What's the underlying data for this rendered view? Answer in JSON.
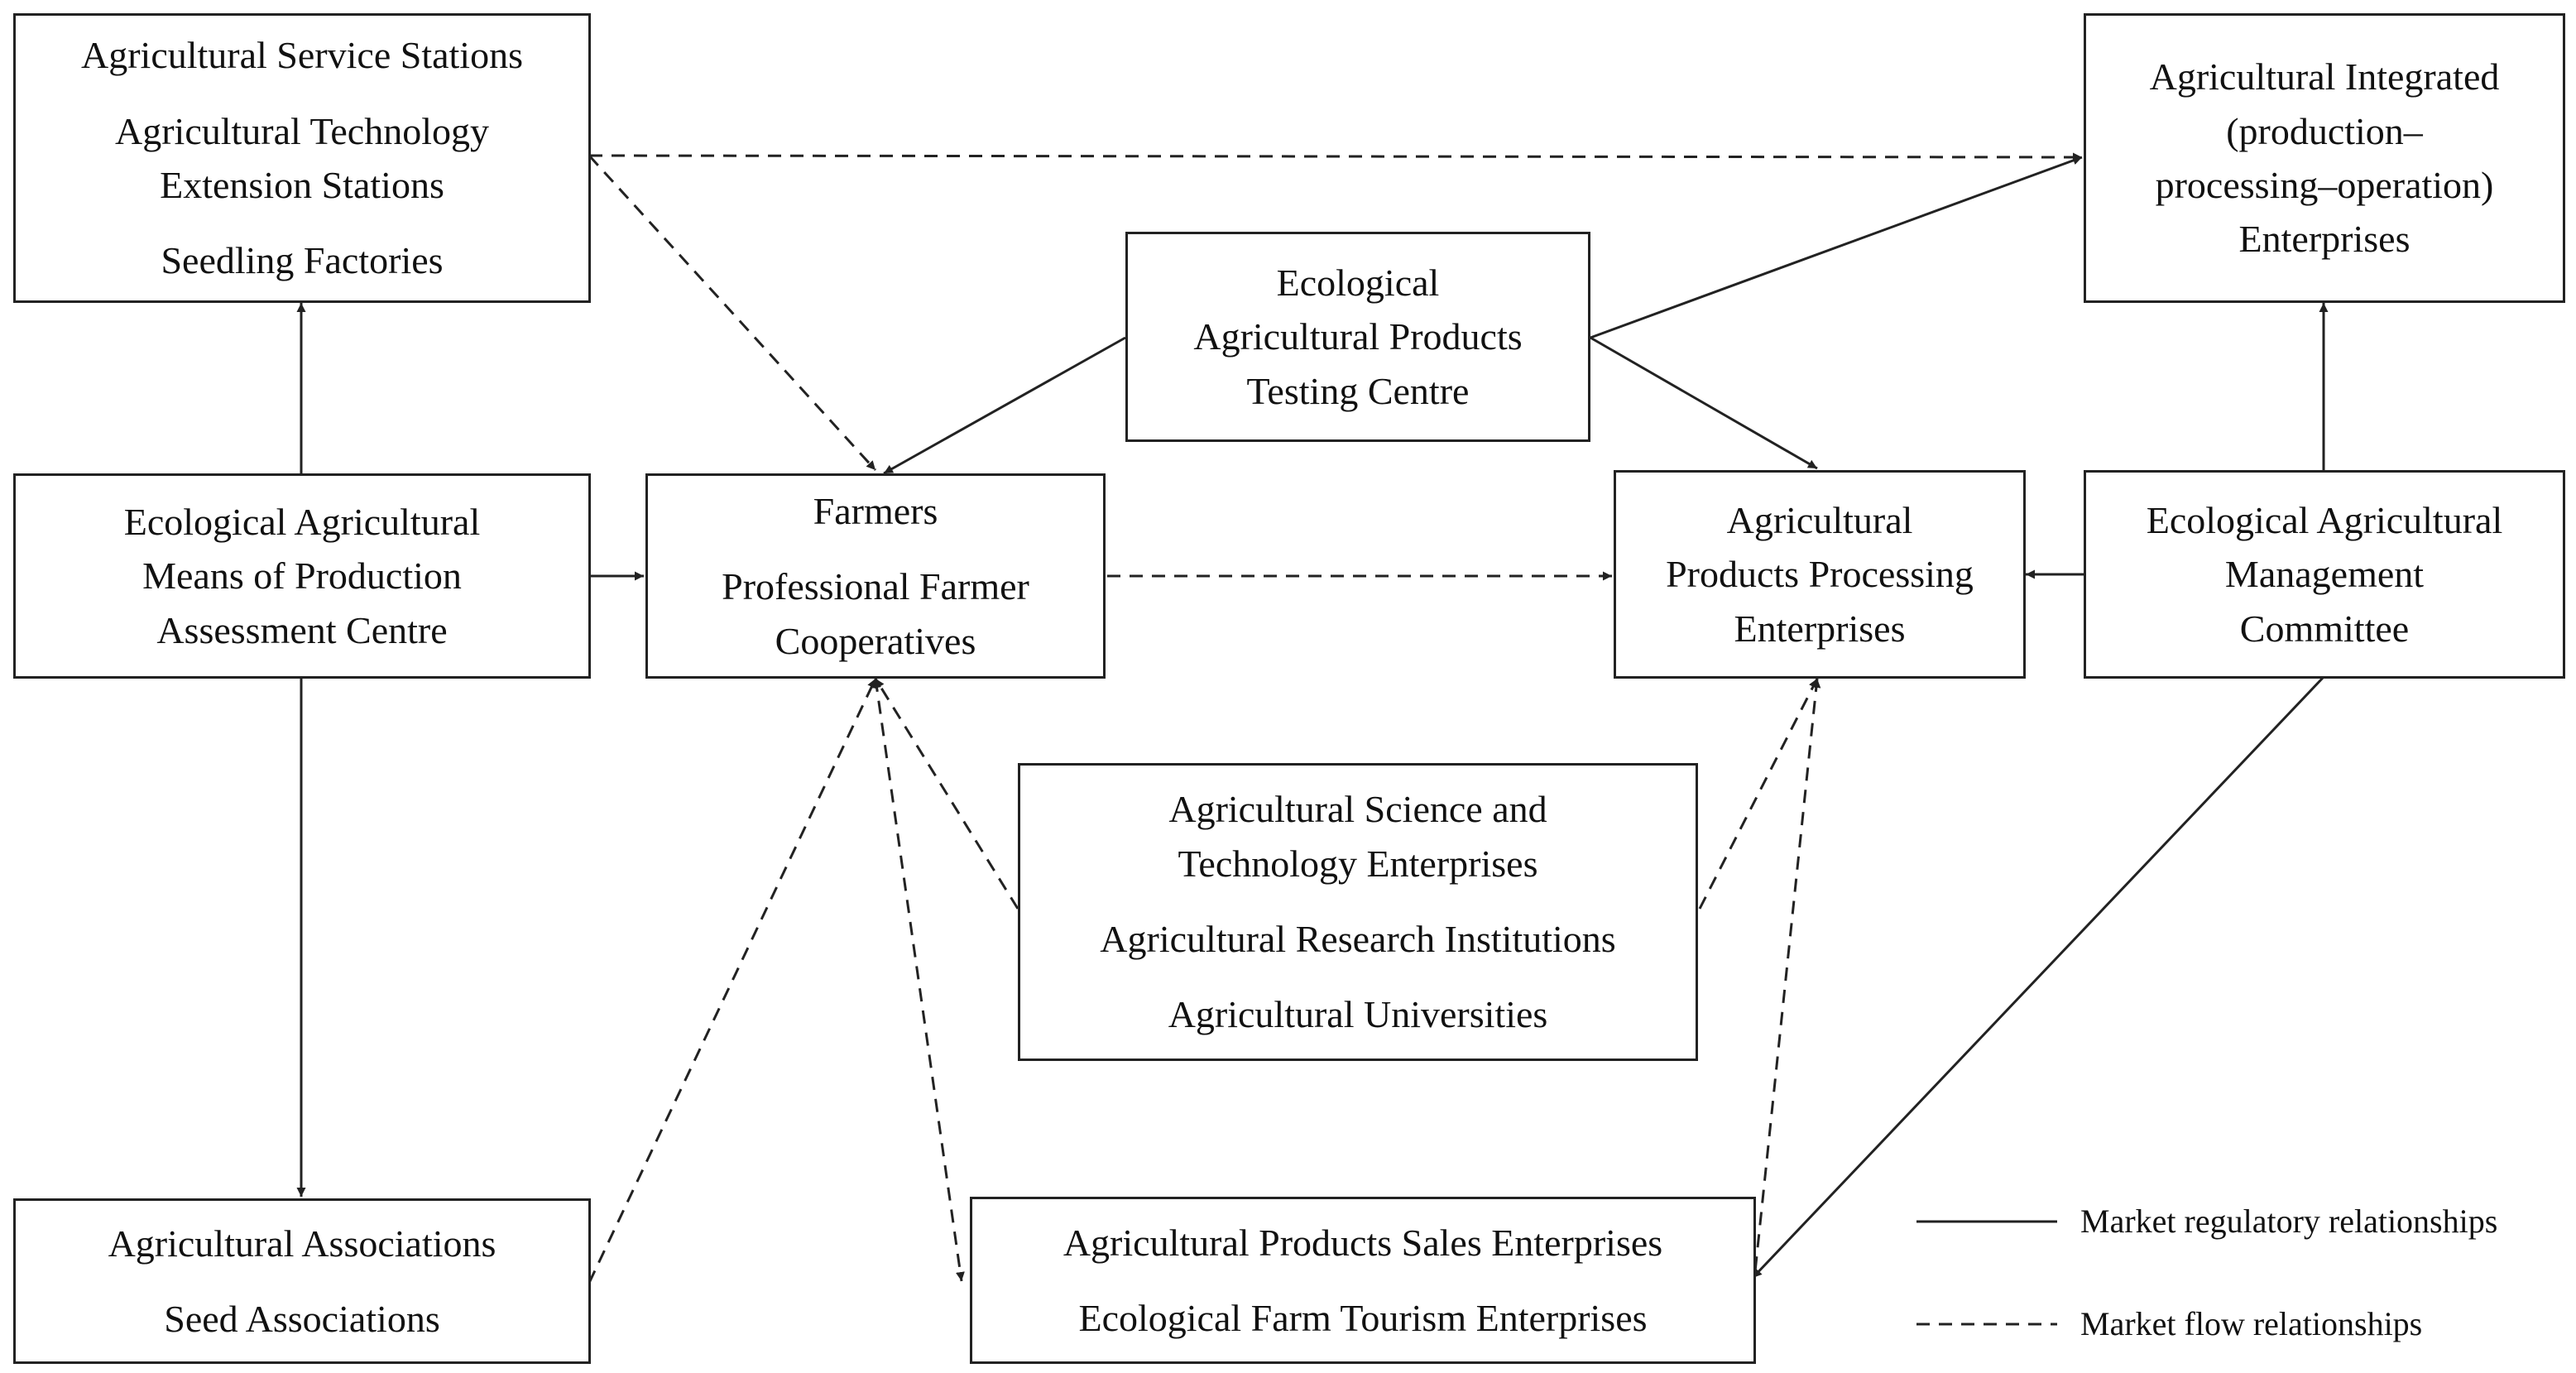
{
  "nodes": {
    "service_stations": {
      "lines": [
        "Agricultural Service Stations",
        "Agricultural Technology",
        "Extension Stations",
        "Seedling Factories"
      ]
    },
    "integrated_enterprises": {
      "lines": [
        "Agricultural Integrated",
        "(production–",
        "processing–operation)",
        "Enterprises"
      ]
    },
    "testing_centre": {
      "lines": [
        "Ecological",
        "Agricultural Products",
        "Testing Centre"
      ]
    },
    "assessment_centre": {
      "lines": [
        "Ecological Agricultural",
        "Means of Production",
        "Assessment Centre"
      ]
    },
    "farmers": {
      "lines": [
        "Farmers",
        "Professional Farmer",
        "Cooperatives"
      ]
    },
    "processing_enterprises": {
      "lines": [
        "Agricultural",
        "Products Processing",
        "Enterprises"
      ]
    },
    "management_committee": {
      "lines": [
        "Ecological Agricultural",
        "Management",
        "Committee"
      ]
    },
    "science_institutions": {
      "lines": [
        "Agricultural Science and",
        "Technology Enterprises",
        "Agricultural Research Institutions",
        "Agricultural Universities"
      ]
    },
    "associations": {
      "lines": [
        "Agricultural Associations",
        "Seed Associations"
      ]
    },
    "sales_tourism": {
      "lines": [
        "Agricultural Products Sales Enterprises",
        "Ecological Farm Tourism Enterprises"
      ]
    }
  },
  "legend": {
    "solid_label": "Market regulatory relationships",
    "dashed_label": "Market flow relationships"
  },
  "colors": {
    "line": "#222222",
    "background": "#ffffff"
  }
}
